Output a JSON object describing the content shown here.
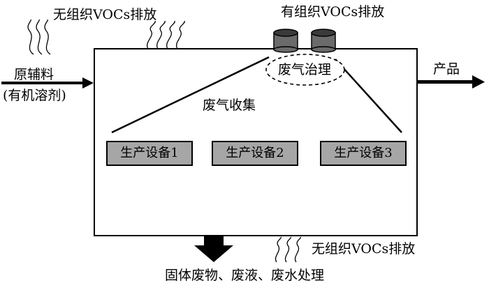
{
  "diagram": {
    "fugitive_top_left": "无组织VOCs排放",
    "organized_emission": "有组织VOCs排放",
    "raw_material": "原辅料",
    "raw_material_note": "(有机溶剂)",
    "product": "产品",
    "gas_treatment": "废气治理",
    "gas_collection": "废气收集",
    "equipment": [
      "生产设备1",
      "生产设备2",
      "生产设备3"
    ],
    "fugitive_bottom": "无组织VOCs排放",
    "waste_output": "固体废物、废液、废水处理"
  }
}
